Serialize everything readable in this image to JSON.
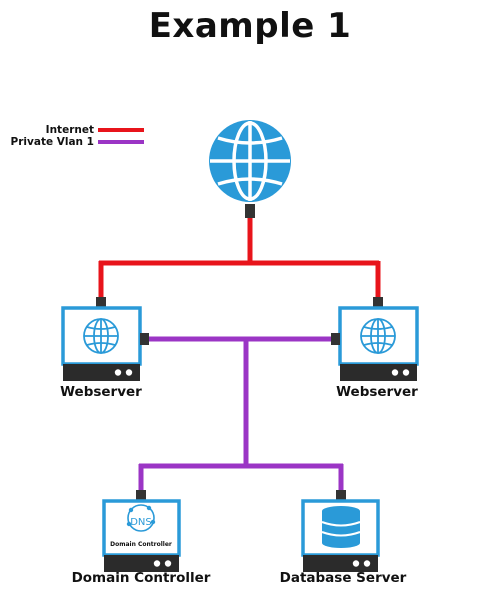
{
  "title": "Example 1",
  "legend": [
    {
      "label": "Internet",
      "color": "#e8141b"
    },
    {
      "label": "Private Vlan 1",
      "color": "#9b35c5"
    }
  ],
  "nodes": {
    "webserver_left": {
      "label": "Webserver"
    },
    "webserver_right": {
      "label": "Webserver"
    },
    "domain_controller": {
      "label": "Domain Controller",
      "screen_text": "DNS",
      "screen_subtext": "Domain Controller"
    },
    "database_server": {
      "label": "Database Server"
    }
  },
  "colors": {
    "internet": "#e8141b",
    "private_vlan": "#9b35c5",
    "device_blue": "#2a9ad8",
    "device_dark": "#2b2b2b",
    "connector": "#333333"
  }
}
